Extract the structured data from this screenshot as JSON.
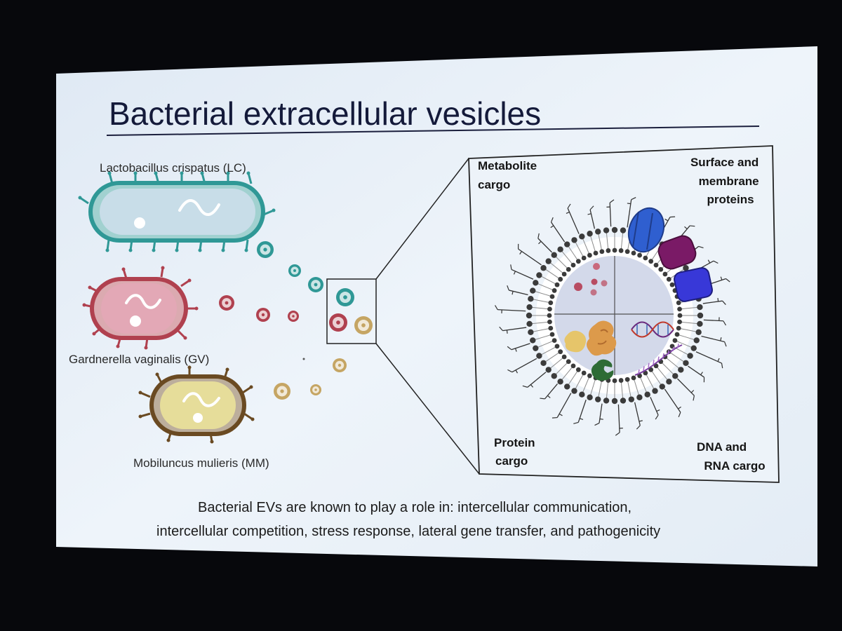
{
  "slide": {
    "title": "Bacterial extracellular vesicles",
    "bacteria": [
      {
        "label": "Lactobacillus crispatus (LC)",
        "color": "#2f9896"
      },
      {
        "label": "Gardnerella vaginalis (GV)",
        "color": "#b0414f"
      },
      {
        "label": "Mobiluncus mulieris (MM)",
        "color": "#6a4a22"
      }
    ],
    "cargo": {
      "metabolite": [
        "Metabolite",
        "cargo"
      ],
      "surface": [
        "Surface and",
        "membrane",
        "proteins"
      ],
      "protein": [
        "Protein",
        "cargo"
      ],
      "dna": [
        "DNA and",
        "RNA cargo"
      ]
    },
    "caption": [
      "Bacterial EVs are known to play a role in: intercellular communication,",
      "intercellular competition, stress response, lateral gene transfer, and pathogenicity"
    ]
  }
}
